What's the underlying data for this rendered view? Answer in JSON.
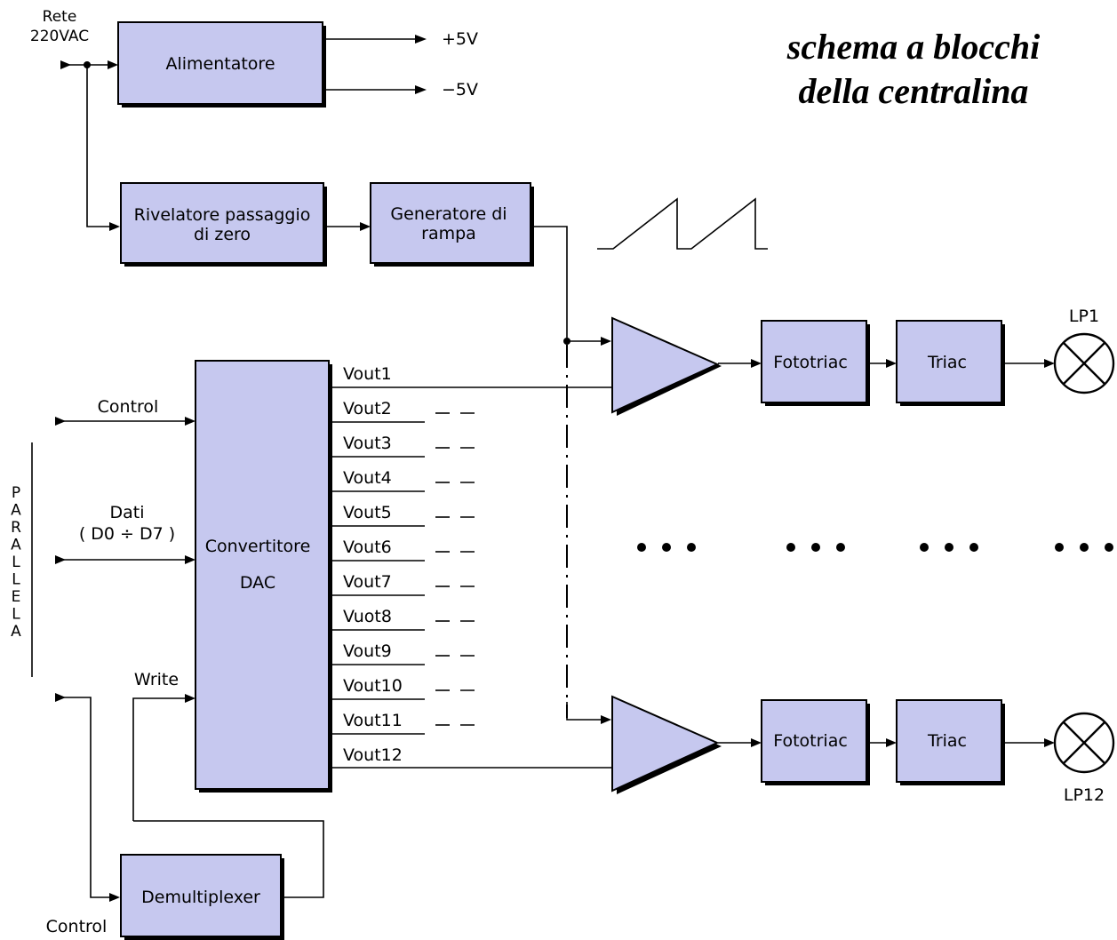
{
  "title": {
    "line1": "schema a blocchi",
    "line2": "della centralina"
  },
  "mains": {
    "line1": "Rete",
    "line2": "220VAC"
  },
  "power_outputs": {
    "plus": "+5V",
    "minus": "−5V"
  },
  "blocks": {
    "alimentatore": "Alimentatore",
    "rivelatore_line1": "Rivelatore passaggio",
    "rivelatore_line2": "di zero",
    "generatore_line1": "Generatore di",
    "generatore_line2": "rampa",
    "dac_line1": "Convertitore",
    "dac_line2": "DAC",
    "demux": "Demultiplexer",
    "fototriac_top": "Fototriac",
    "triac_top": "Triac",
    "fototriac_bottom": "Fototriac",
    "triac_bottom": "Triac"
  },
  "inputs": {
    "control_top": "Control",
    "dati_line1": "Dati",
    "dati_line2": "( D0 ÷ D7 )",
    "write": "Write",
    "control_bottom": "Control",
    "port_letters": [
      "P",
      "A",
      "R",
      "A",
      "L",
      "L",
      "E",
      "L",
      "A"
    ]
  },
  "dac_outputs": [
    "Vout1",
    "Vout2",
    "Vout3",
    "Vout4",
    "Vout5",
    "Vout6",
    "Vout7",
    "Vuot8",
    "Vout9",
    "Vout10",
    "Vout11",
    "Vout12"
  ],
  "lamps": {
    "top": "LP1",
    "bottom": "LP12"
  },
  "colors": {
    "block_fill": "#c6c8ef",
    "line": "#000000"
  }
}
